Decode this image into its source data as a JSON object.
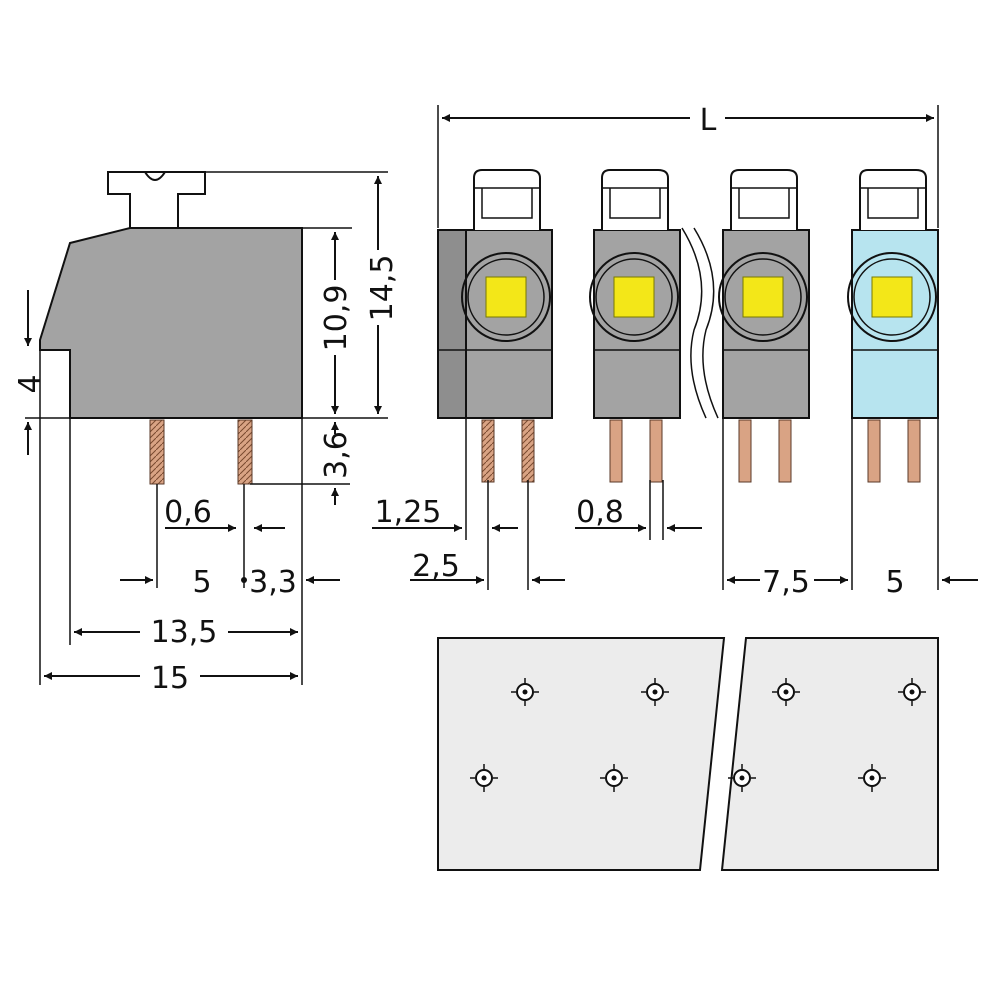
{
  "colors": {
    "housing": "#a3a3a3",
    "housing_end": "#8e8e8e",
    "housing_light": "#b7e4ef",
    "window": "#f3e718",
    "pin": "#d9a384",
    "lever": "#ffffff",
    "line": "#111111",
    "pcb": "#ececec"
  },
  "icons": {
    "mounting_hole": "circle-with-crosshair-icon"
  },
  "side_view": {
    "dims": {
      "height_total": "14,5",
      "height_body": "10,9",
      "pin_length": "3,6",
      "step_height": "4",
      "pin_diameter": "0,6",
      "pin_pitch": "5",
      "pin_offset": "3,3",
      "width_inner": "13,5",
      "width_total": "15"
    }
  },
  "front_view": {
    "dims": {
      "length": "L",
      "edge_offset": "1,25",
      "pin_diameter": "0,8",
      "pin_spacing": "2,5",
      "pole_pitch": "7,5",
      "pole_pitch_end": "5"
    }
  }
}
